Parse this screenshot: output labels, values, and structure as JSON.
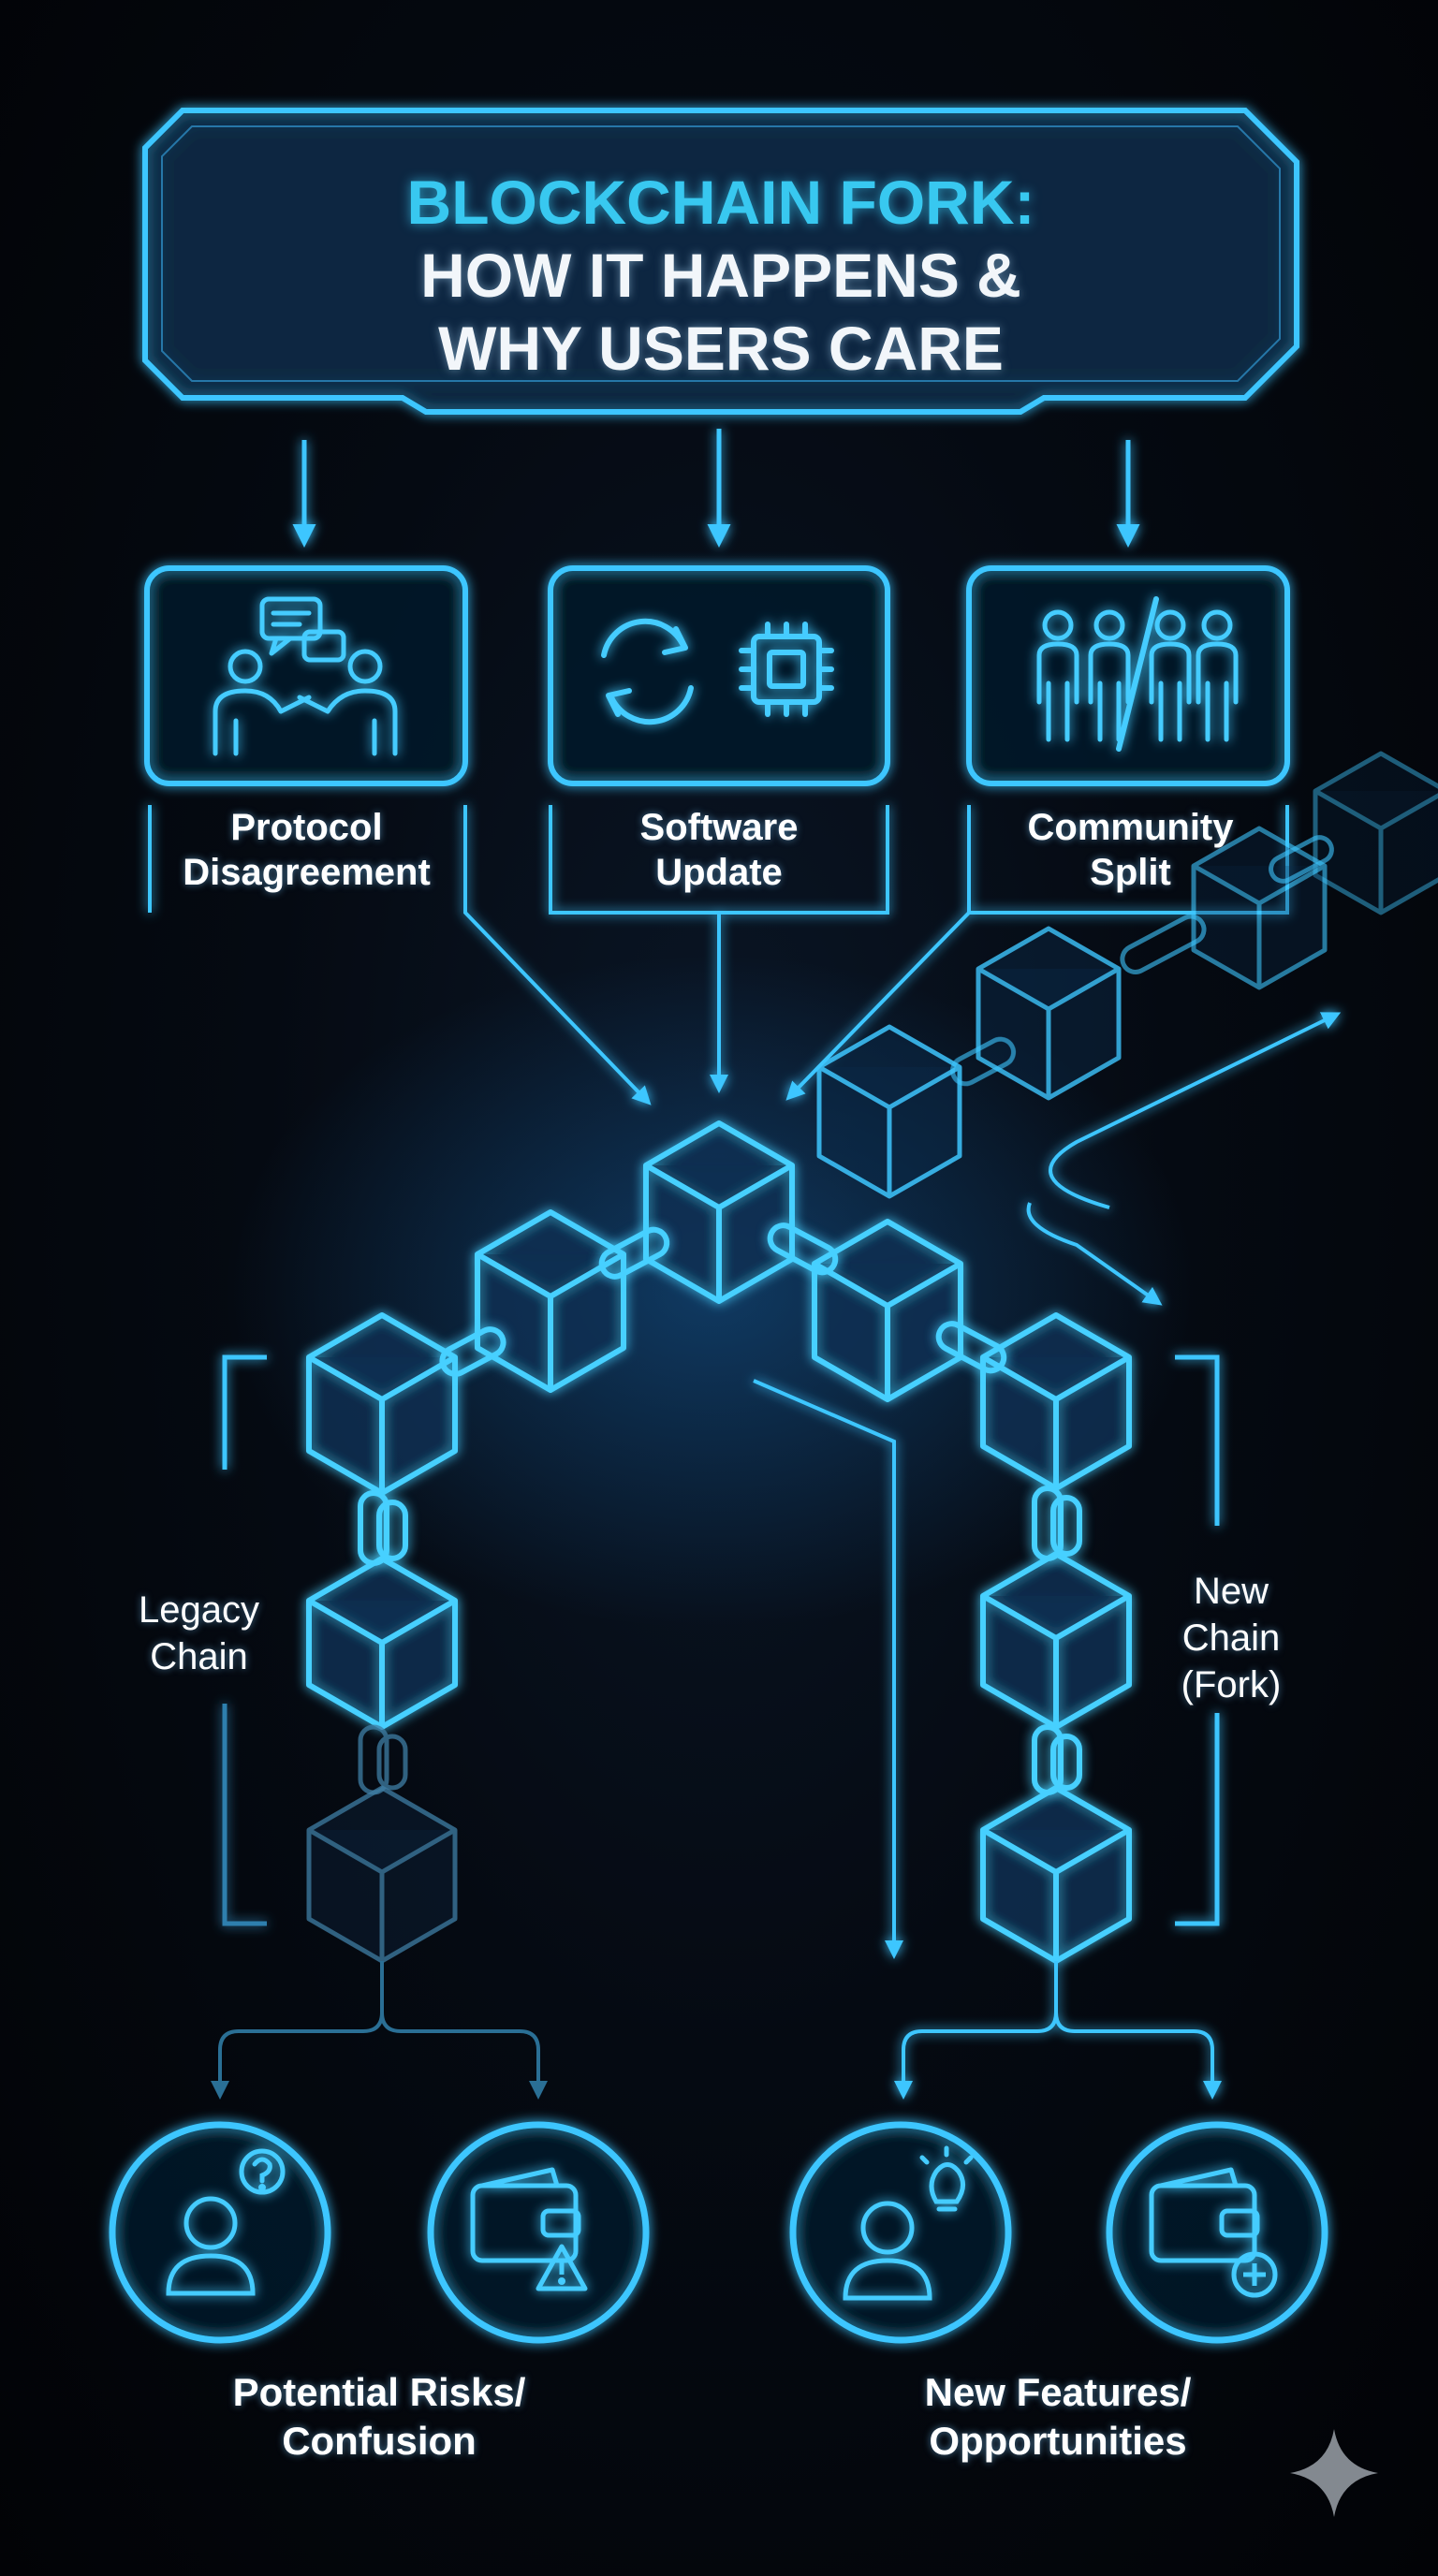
{
  "title": {
    "line1": "BLOCKCHAIN FORK:",
    "line2": "HOW IT HAPPENS &",
    "line3": "WHY USERS CARE"
  },
  "causes": [
    {
      "label_l1": "Protocol",
      "label_l2": "Disagreement",
      "icon": "discussion-icon"
    },
    {
      "label_l1": "Software",
      "label_l2": "Update",
      "icon": "update-chip-icon"
    },
    {
      "label_l1": "Community",
      "label_l2": "Split",
      "icon": "split-people-icon"
    }
  ],
  "chains": {
    "legacy": {
      "l1": "Legacy",
      "l2": "Chain"
    },
    "fork": {
      "l1": "New",
      "l2": "Chain",
      "l3": "(Fork)"
    }
  },
  "outcomes": {
    "risks": {
      "l1": "Potential Risks/",
      "l2": "Confusion",
      "icons": [
        "confused-user-icon",
        "wallet-warning-icon"
      ]
    },
    "opportunities": {
      "l1": "New Features/",
      "l2": "Opportunities",
      "icons": [
        "idea-user-icon",
        "wallet-add-icon"
      ]
    }
  },
  "colors": {
    "accent": "#38c8f0",
    "glow": "#2fa8ff",
    "background": "#03060b"
  }
}
